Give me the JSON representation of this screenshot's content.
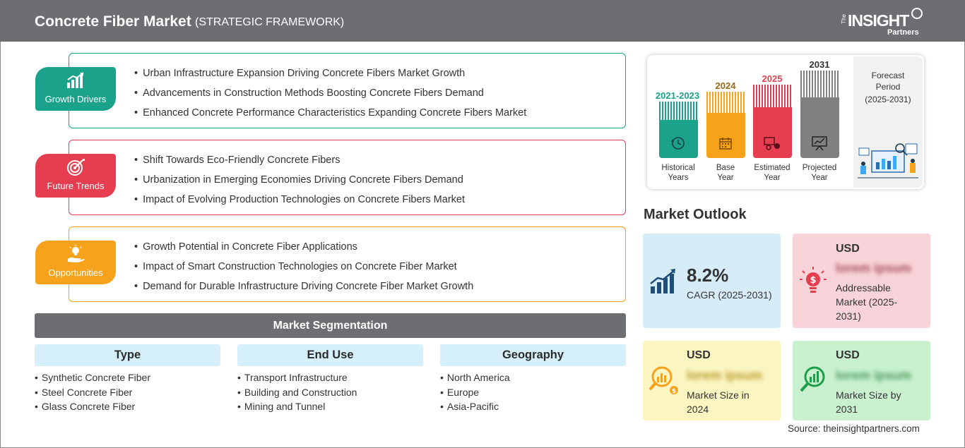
{
  "header": {
    "title": "Concrete Fiber Market",
    "subtitle": "(STRATEGIC FRAMEWORK)",
    "logo_the": "The",
    "logo_insight": "INSIGHT",
    "logo_partners": "Partners"
  },
  "framework": [
    {
      "label": "Growth Drivers",
      "color": "#1aa38a",
      "icon": "growth-chart-icon",
      "items": [
        "Urban Infrastructure Expansion Driving Concrete Fibers Market Growth",
        "Advancements in Construction Methods Boosting Concrete Fibers Demand",
        "Enhanced Concrete Performance Characteristics Expanding Concrete Fibers Market"
      ]
    },
    {
      "label": "Future Trends",
      "color": "#e63e50",
      "icon": "target-icon",
      "items": [
        "Shift Towards Eco-Friendly Concrete Fibers",
        "Urbanization in Emerging Economies Driving Concrete Fibers Demand",
        "Impact of Evolving Production Technologies on Concrete Fibers Market"
      ]
    },
    {
      "label": "Opportunities",
      "color": "#f7a21b",
      "icon": "lightbulb-hand-icon",
      "items": [
        "Growth Potential in Concrete Fiber Applications",
        "Impact of Smart Construction Technologies on Concrete Fiber Market",
        "Demand for Durable Infrastructure Driving Concrete Fiber Market Growth"
      ]
    }
  ],
  "segmentation": {
    "title": "Market Segmentation",
    "columns": [
      {
        "head": "Type",
        "items": [
          "Synthetic Concrete Fiber",
          "Steel Concrete Fiber",
          "Glass Concrete Fiber"
        ]
      },
      {
        "head": "End Use",
        "items": [
          "Transport Infrastructure",
          "Building and Construction",
          "Mining and Tunnel"
        ]
      },
      {
        "head": "Geography",
        "items": [
          "North America",
          "Europe",
          "Asia-Pacific"
        ]
      }
    ]
  },
  "timeline": {
    "bars": [
      {
        "year": "2021-2023",
        "caption": [
          "Historical",
          "Years"
        ],
        "color": "#1aa38a",
        "icon": "history-icon"
      },
      {
        "year": "2024",
        "caption": [
          "Base",
          "Year"
        ],
        "color": "#f7a21b",
        "icon": "calendar-icon"
      },
      {
        "year": "2025",
        "caption": [
          "Estimated",
          "Year"
        ],
        "color": "#e63e50",
        "icon": "estimate-icon"
      },
      {
        "year": "2031",
        "caption": [
          "Projected",
          "Year"
        ],
        "color": "#808080",
        "icon": "projection-icon"
      }
    ],
    "forecast": [
      "Forecast",
      "Period",
      "(2025-2031)"
    ]
  },
  "outlook": {
    "title": "Market Outlook",
    "cagr_value": "8.2%",
    "cagr_label": "CAGR (2025-2031)",
    "addressable": {
      "usd": "USD",
      "blur": "lorem ipsum",
      "label": [
        "Addressable",
        "Market (2025-",
        "2031)"
      ]
    },
    "size2024": {
      "usd": "USD",
      "blur": "lorem ipsum",
      "label": [
        "Market Size in",
        "2024"
      ]
    },
    "size2031": {
      "usd": "USD",
      "blur": "lorem ipsum",
      "label": [
        "Market Size by",
        "2031"
      ]
    },
    "colors": {
      "blue": "#d6ecf8",
      "pink": "#f8d3d9",
      "yellow": "#fbf5c2",
      "green": "#c9f1cf"
    }
  },
  "source": "Source: theinsightpartners.com"
}
